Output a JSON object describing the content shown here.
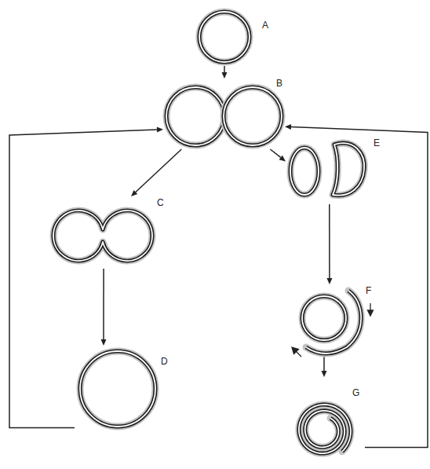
{
  "diagram": {
    "nodes": [
      {
        "text": [
          "A"
        ]
      },
      {
        "text": [
          "B"
        ]
      },
      {
        "text": [
          "C"
        ]
      },
      {
        "text": [
          "D"
        ]
      },
      {
        "text": [
          "E"
        ]
      },
      {
        "text": [
          "F"
        ]
      },
      {
        "text": [
          "G"
        ]
      }
    ],
    "edges": [
      {
        "from": 0,
        "to": 1,
        "arrow": "to"
      },
      {
        "from": 1,
        "to": 2,
        "arrow": "to"
      },
      {
        "from": 2,
        "to": 3,
        "arrow": "to"
      },
      {
        "from": 3,
        "to": 1,
        "arrow": "to"
      },
      {
        "from": 1,
        "to": 4,
        "arrow": "to"
      },
      {
        "from": 4,
        "to": 5,
        "arrow": "to"
      },
      {
        "from": 5,
        "to": 6,
        "arrow": "to"
      },
      {
        "from": 6,
        "to": 1,
        "arrow": "to"
      }
    ]
  }
}
